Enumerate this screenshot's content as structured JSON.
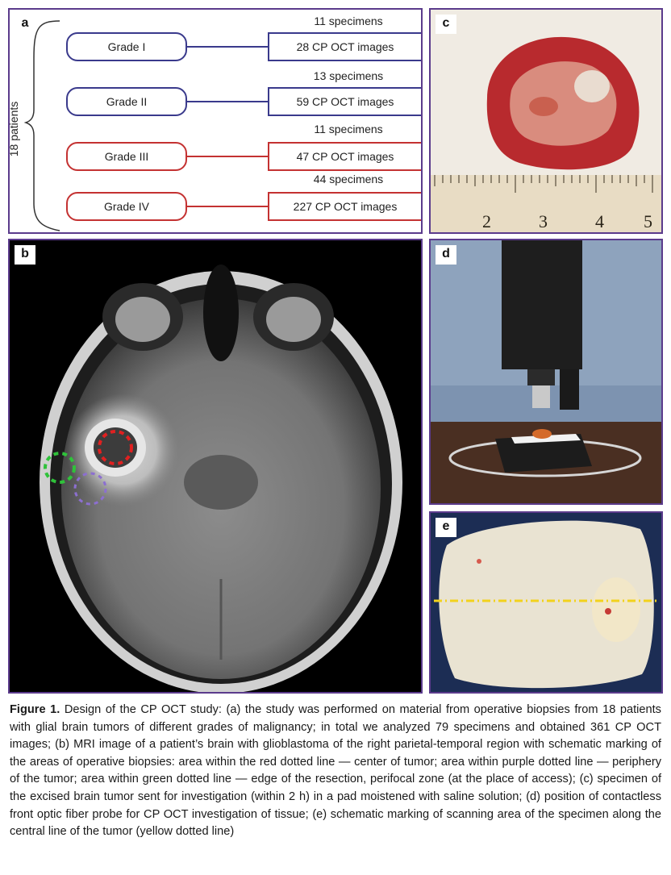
{
  "panels": {
    "a": {
      "label": "a",
      "patients": "18 patients",
      "rows": [
        {
          "grade": "Grade I",
          "specimens": "11 specimens",
          "images": "28 CP OCT images",
          "color": "#3a3a8c"
        },
        {
          "grade": "Grade II",
          "specimens": "13 specimens",
          "images": "59 CP OCT images",
          "color": "#3a3a8c"
        },
        {
          "grade": "Grade III",
          "specimens": "11 specimens",
          "images": "47 CP OCT images",
          "color": "#c43232"
        },
        {
          "grade": "Grade IV",
          "specimens": "44 specimens",
          "images": "227 CP OCT images",
          "color": "#c43232"
        }
      ]
    },
    "b": {
      "label": "b"
    },
    "c": {
      "label": "c",
      "ruler_numbers": [
        "2",
        "3",
        "4",
        "5"
      ]
    },
    "d": {
      "label": "d"
    },
    "e": {
      "label": "e"
    }
  },
  "caption": {
    "figure_label": "Figure 1.",
    "text": " Design of the CP OCT study: (a) the study was performed on material from operative biopsies from 18 patients with glial brain tumors of different grades of malignancy; in total we analyzed 79 specimens and obtained 361 CP OCT images; (b) MRI image of a patient’s brain with glioblastoma of the right parietal-temporal region with schematic marking of the areas of operative biopsies: area within the red dotted line — center of tumor; area within purple dotted line — periphery of the tumor; area within green dotted line — edge of the resection, perifocal zone (at the place of access); (c) specimen of the excised brain tumor sent for investigation (within 2 h) in a pad moistened with saline solution; (d) position of contactless front optic fiber probe for CP OCT investigation of tissue; (e) schematic marking of scanning area of the specimen along the central line of the tumor (yellow dotted line)"
  }
}
